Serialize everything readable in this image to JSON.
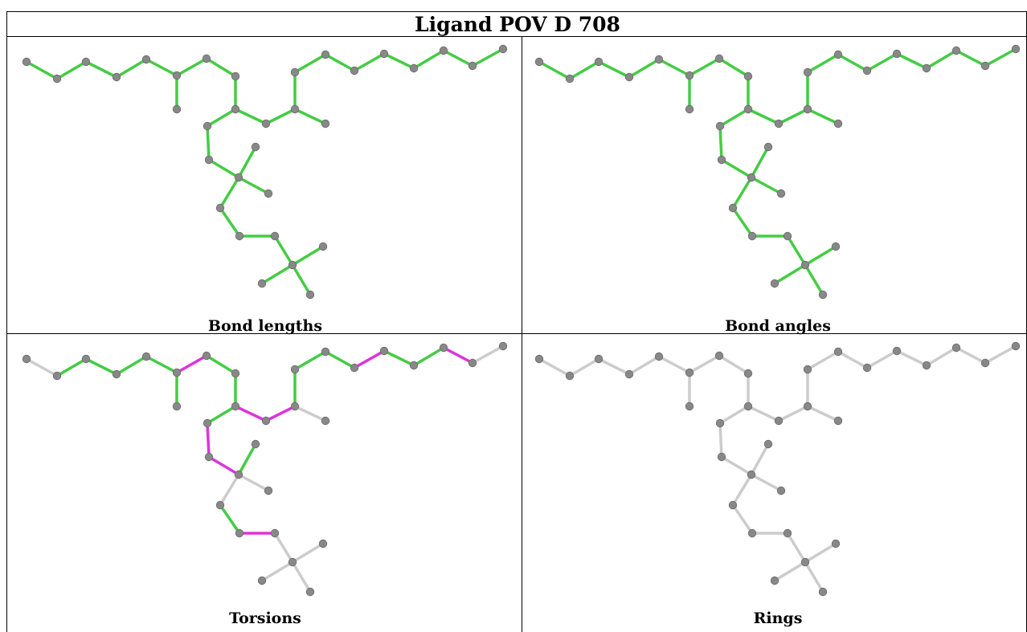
{
  "title": "Ligand POV D 708",
  "panels": [
    {
      "id": "bond-lengths",
      "caption": "Bond lengths"
    },
    {
      "id": "bond-angles",
      "caption": "Bond angles"
    },
    {
      "id": "torsions",
      "caption": "Torsions"
    },
    {
      "id": "rings",
      "caption": "Rings"
    }
  ],
  "colors": {
    "ok_bond": "#44cc44",
    "outlier_bond": "#dd33dd",
    "neutral_bond": "#cccccc",
    "atom": "#888888"
  }
}
